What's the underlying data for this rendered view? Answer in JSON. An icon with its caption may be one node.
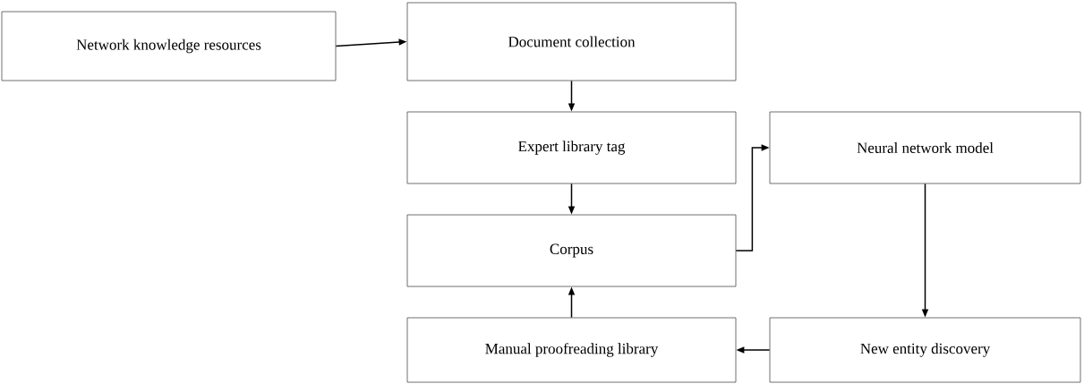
{
  "diagram": {
    "nodes": [
      {
        "text": [
          "Network knowledge resources"
        ]
      },
      {
        "text": [
          "Document collection"
        ]
      },
      {
        "text": [
          "Expert library tag"
        ]
      },
      {
        "text": [
          "Corpus"
        ]
      },
      {
        "text": [
          "Neural network model"
        ]
      },
      {
        "text": [
          "New entity discovery"
        ]
      },
      {
        "text": [
          "Manual proofreading library"
        ]
      }
    ],
    "edges": [
      {
        "from": 0,
        "to": 1,
        "arrow": "to"
      },
      {
        "from": 1,
        "to": 2,
        "arrow": "to"
      },
      {
        "from": 2,
        "to": 3,
        "arrow": "to"
      },
      {
        "from": 3,
        "to": 4,
        "arrow": "to"
      },
      {
        "from": 4,
        "to": 5,
        "arrow": "to"
      },
      {
        "from": 5,
        "to": 6,
        "arrow": "to"
      },
      {
        "from": 6,
        "to": 3,
        "arrow": "to"
      }
    ]
  }
}
